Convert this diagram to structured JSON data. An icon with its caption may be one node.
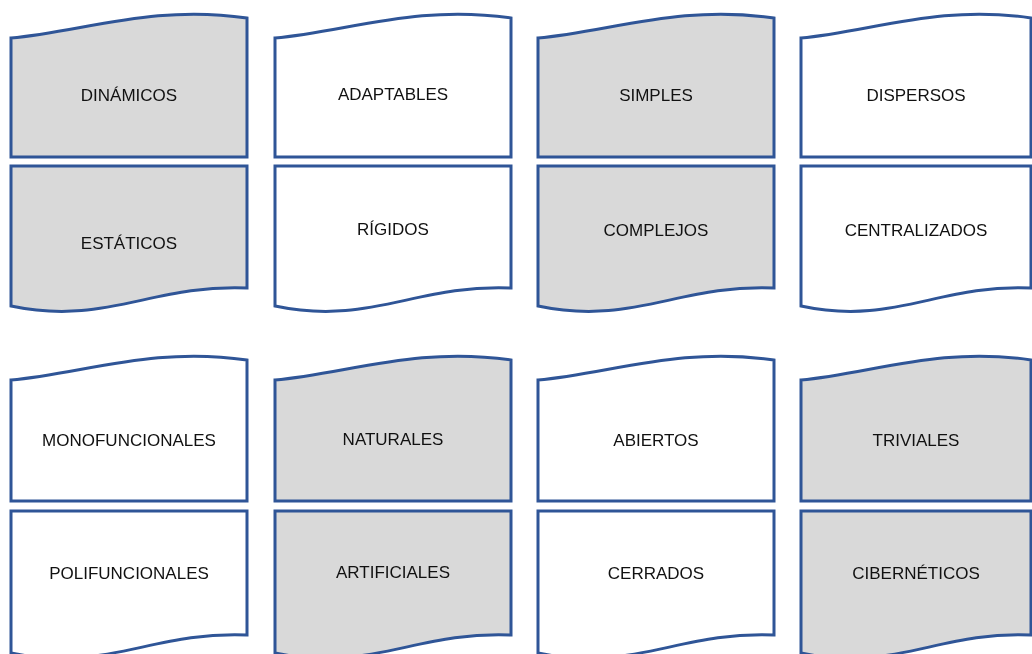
{
  "diagram": {
    "nodes": [
      {
        "text": [
          "DINÁMICOS"
        ]
      },
      {
        "text": [
          "ADAPTABLES"
        ]
      },
      {
        "text": [
          "SIMPLES"
        ]
      },
      {
        "text": [
          "DISPERSOS"
        ]
      },
      {
        "text": [
          "ESTÁTICOS"
        ]
      },
      {
        "text": [
          "RÍGIDOS"
        ]
      },
      {
        "text": [
          "COMPLEJOS"
        ]
      },
      {
        "text": [
          "CENTRALIZADOS"
        ]
      },
      {
        "text": [
          "MONOFUNCIONALES"
        ]
      },
      {
        "text": [
          "NATURALES"
        ]
      },
      {
        "text": [
          "ABIERTOS"
        ]
      },
      {
        "text": [
          "TRIVIALES"
        ]
      },
      {
        "text": [
          "POLIFUNCIONALES"
        ]
      },
      {
        "text": [
          "ARTIFICIALES"
        ]
      },
      {
        "text": [
          "CERRADOS"
        ]
      },
      {
        "text": [
          "CIBERNÉTICOS"
        ]
      }
    ]
  }
}
